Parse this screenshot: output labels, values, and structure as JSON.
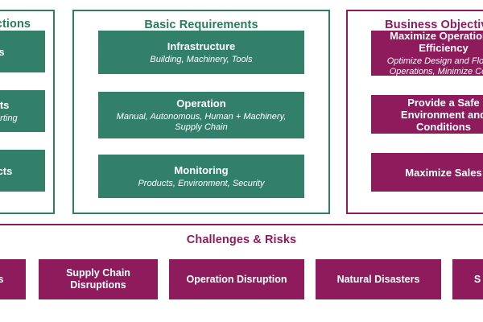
{
  "panels": [
    {
      "title": "Functions",
      "accent": "#2e7d64",
      "cards": [
        {
          "title": "s",
          "sub": ""
        },
        {
          "title": "cts",
          "sub": "sporting"
        },
        {
          "title": "ucts",
          "sub": ""
        }
      ]
    },
    {
      "title": "Basic Requirements",
      "accent": "#2e7d64",
      "cards": [
        {
          "title": "Infrastructure",
          "sub": "Building, Machinery, Tools"
        },
        {
          "title": "Operation",
          "sub": "Manual, Autonomous, Human + Machinery, Supply Chain"
        },
        {
          "title": "Monitoring",
          "sub": "Products, Environment, Security"
        }
      ]
    },
    {
      "title": "Business Objectives",
      "accent": "#8e1b5c",
      "cards": [
        {
          "title": "Maximize Operational Efficiency",
          "sub": "Optimize Design and Flow of Operations, Minimize Costs"
        },
        {
          "title": "Provide a Safe Environment and Conditions",
          "sub": ""
        },
        {
          "title": "Maximize Sales",
          "sub": ""
        }
      ]
    }
  ],
  "challenges": {
    "title": "Challenges & Risks",
    "accent": "#8e1b5c",
    "items": [
      "s",
      "Supply Chain Disruptions",
      "Operation Disruption",
      "Natural Disasters",
      "S"
    ]
  },
  "colors": {
    "green_panel_border": "#2e7d64",
    "green_card": "#33806a",
    "purple": "#8e1b5c",
    "background": "#ffffff",
    "card_text": "#ffffff"
  }
}
